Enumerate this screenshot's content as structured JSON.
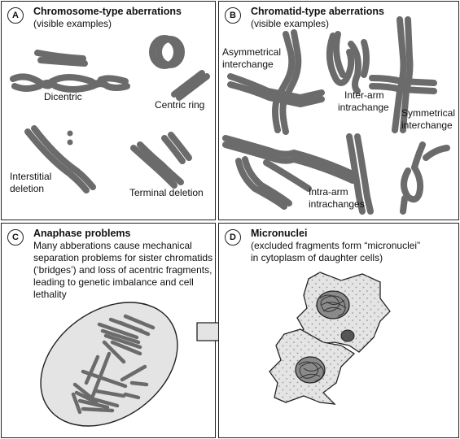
{
  "panels": {
    "a": {
      "badge": "A",
      "title": "Chromosome-type aberrations",
      "subtitle": "(visible examples)",
      "labels": {
        "dicentric": "Dicentric",
        "centric_ring": "Centric ring",
        "interstitial_1": "Interstitial",
        "interstitial_2": "deletion",
        "terminal": "Terminal deletion"
      }
    },
    "b": {
      "badge": "B",
      "title": "Chromatid-type aberrations",
      "subtitle": "(visible examples)",
      "labels": {
        "asym_1": "Asymmetrical",
        "asym_2": "interchange",
        "inter_1": "Inter-arm",
        "inter_2": "intrachange",
        "sym_1": "Symmetrical",
        "sym_2": "interchange",
        "intra_1": "Intra-arm",
        "intra_2": "intrachanges"
      }
    },
    "c": {
      "badge": "C",
      "title": "Anaphase problems",
      "description": "Many abberations cause mechanical separation problems for sister chromatids (‘bridges’) and loss of acentric fragments, leading to genetic imbalance and cell lethality"
    },
    "d": {
      "badge": "D",
      "title": "Micronuclei",
      "subtitle_1": "(excluded fragments form “micronuclei”",
      "subtitle_2": "in cytoplasm of daughter cells)"
    }
  },
  "colors": {
    "chromosome": "#6b6b6b",
    "cell_fill": "#e4e4e4",
    "border": "#222222"
  }
}
